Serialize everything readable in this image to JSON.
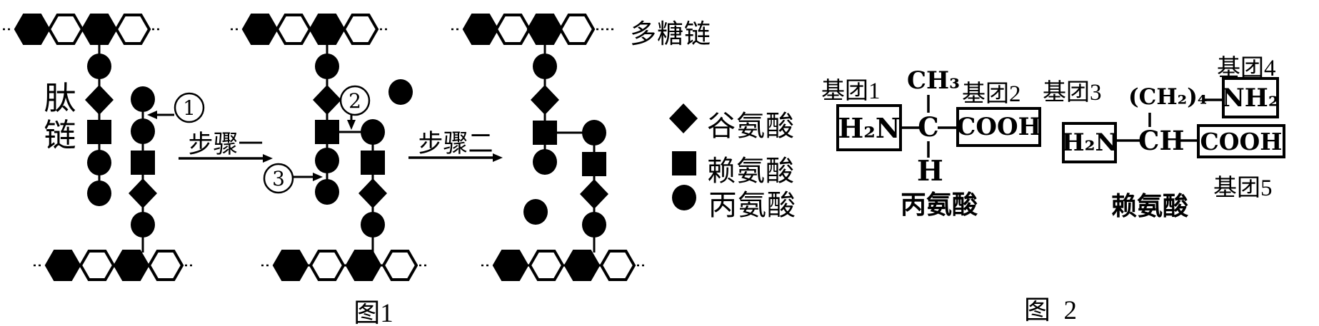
{
  "page": {
    "background": "#ffffff",
    "ink": "#000000"
  },
  "figure1": {
    "caption": "图1",
    "peptide_chain_label_chars": [
      "肽",
      "链"
    ],
    "polysaccharide_chain_label": "多糖链",
    "step1_label": "步骤一",
    "step2_label": "步骤二",
    "annotations": [
      {
        "symbol": "①",
        "digit": "1"
      },
      {
        "symbol": "②",
        "digit": "2"
      },
      {
        "symbol": "③",
        "digit": "3"
      }
    ],
    "legend": [
      {
        "symbol_shape": "diamond",
        "label": "谷氨酸"
      },
      {
        "symbol_shape": "square",
        "label": "赖氨酸"
      },
      {
        "symbol_shape": "circle",
        "label": "丙氨酸"
      }
    ],
    "states": [
      {
        "name": "before-step-1",
        "top_polysaccharide": [
          "filled",
          "open",
          "filled",
          "open"
        ],
        "bottom_polysaccharide": [
          "filled",
          "open",
          "filled",
          "open"
        ],
        "left_peptide_chain": [
          "circle",
          "diamond",
          "square",
          "circle",
          "circle"
        ],
        "right_peptide_chain": [
          "circle",
          "circle",
          "square",
          "diamond",
          "circle"
        ],
        "cross_linked": false,
        "free_alanine_count": 0
      },
      {
        "name": "after-step-1",
        "top_polysaccharide": [
          "filled",
          "open",
          "filled",
          "open"
        ],
        "bottom_polysaccharide": [
          "filled",
          "open",
          "filled",
          "open"
        ],
        "left_peptide_chain": [
          "circle",
          "diamond",
          "square",
          "circle",
          "circle"
        ],
        "right_peptide_chain": [
          "circle",
          "square",
          "diamond",
          "circle"
        ],
        "cross_linked": true,
        "free_alanine_count": 1
      },
      {
        "name": "after-step-2",
        "top_polysaccharide": [
          "filled",
          "open",
          "filled",
          "open"
        ],
        "bottom_polysaccharide": [
          "filled",
          "open",
          "filled",
          "open"
        ],
        "left_peptide_chain": [
          "circle",
          "diamond",
          "square",
          "circle"
        ],
        "right_peptide_chain": [
          "circle",
          "square",
          "diamond",
          "circle"
        ],
        "cross_linked": true,
        "free_alanine_count": 1
      }
    ]
  },
  "figure2": {
    "caption": "图  2",
    "alanine": {
      "name": "丙氨酸",
      "group1_label": "基团1",
      "group2_label": "基团2",
      "group1_formula": "H₂N",
      "alpha_carbon": "C",
      "group2_formula": "COOH",
      "top_substituent": "CH₃",
      "bottom_substituent": "H"
    },
    "lysine": {
      "name": "赖氨酸",
      "group3_label": "基团3",
      "group4_label": "基团4",
      "group5_label": "基团5",
      "group3_formula": "H₂N",
      "alpha_carbon": "CH",
      "side_chain": "(CH₂)₄",
      "group4_formula": "NH₂",
      "group5_formula": "COOH"
    }
  }
}
